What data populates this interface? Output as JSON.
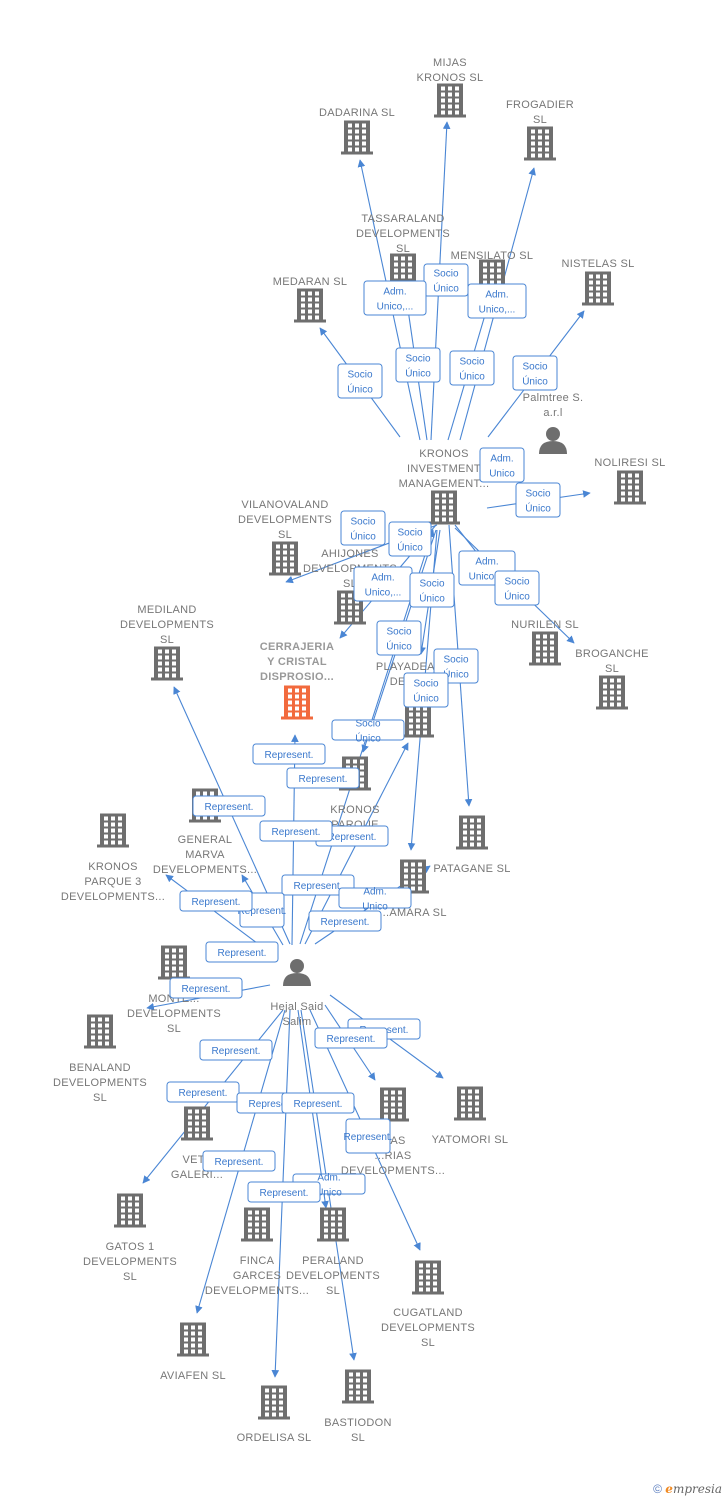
{
  "colors": {
    "edge": "#4a86d4",
    "building": "#6e6e6e",
    "focus_building": "#f26a3d",
    "person": "#6e6e6e"
  },
  "nodes": [
    {
      "id": "mijas",
      "type": "company",
      "label": [
        "MIJAS",
        "KRONOS  SL"
      ]
    },
    {
      "id": "dadarina",
      "type": "company",
      "label": [
        "DADARINA  SL"
      ]
    },
    {
      "id": "frogadier",
      "type": "company",
      "label": [
        "FROGADIER",
        "SL"
      ]
    },
    {
      "id": "tassaraland",
      "type": "company",
      "label": [
        "TASSARALAND",
        "DEVELOPMENTS",
        "SL"
      ]
    },
    {
      "id": "mensilato",
      "type": "company",
      "label": [
        "MENSILATO  SL"
      ]
    },
    {
      "id": "medaran",
      "type": "company",
      "label": [
        "MEDARAN  SL"
      ]
    },
    {
      "id": "nistelas",
      "type": "company",
      "label": [
        "NISTELAS  SL"
      ]
    },
    {
      "id": "palmtree",
      "type": "person",
      "label": [
        "Palmtree S.",
        "a.r.l"
      ]
    },
    {
      "id": "kronos_inv",
      "type": "company",
      "label": [
        "KRONOS",
        "INVESTMENT",
        "MANAGEMENT..."
      ]
    },
    {
      "id": "noliresi",
      "type": "company",
      "label": [
        "NOLIRESI  SL"
      ]
    },
    {
      "id": "vilanovaland",
      "type": "company",
      "label": [
        "VILANOVALAND",
        "DEVELOPMENTS",
        "SL"
      ]
    },
    {
      "id": "ahijones",
      "type": "company",
      "label": [
        "AHIJONES",
        "DEVELOPMENTS",
        "SL"
      ]
    },
    {
      "id": "nurilen",
      "type": "company",
      "label": [
        "NURILEN  SL"
      ]
    },
    {
      "id": "broganche",
      "type": "company",
      "label": [
        "BROGANCHE",
        "SL"
      ]
    },
    {
      "id": "mediland",
      "type": "company",
      "label": [
        "MEDILAND",
        "DEVELOPMENTS",
        "SL"
      ]
    },
    {
      "id": "cerrajeria",
      "type": "focus",
      "label": [
        "CERRAJERIA",
        "Y CRISTAL",
        "DISPROSIO..."
      ]
    },
    {
      "id": "playadearco",
      "type": "company",
      "label": [
        "PLAYADEARCO",
        "DEVELO..."
      ]
    },
    {
      "id": "kronos_parque",
      "type": "company",
      "label": [
        "KRONOS",
        "PARQUE",
        "...SL"
      ]
    },
    {
      "id": "general_marva",
      "type": "company",
      "label": [
        "GENERAL",
        "MARVA",
        "DEVELOPMENTS..."
      ]
    },
    {
      "id": "kronos_parque3",
      "type": "company",
      "label": [
        "KRONOS",
        "PARQUE 3",
        "DEVELOPMENTS..."
      ]
    },
    {
      "id": "patagane",
      "type": "company",
      "label": [
        "PATAGANE  SL"
      ]
    },
    {
      "id": "zamara",
      "type": "company",
      "label": [
        "...AMARA  SL"
      ]
    },
    {
      "id": "hejal",
      "type": "person",
      "label": [
        "Hejal Said",
        "Salim"
      ]
    },
    {
      "id": "montedev",
      "type": "company",
      "label": [
        "MONTE...",
        "DEVELOPMENTS",
        "SL"
      ]
    },
    {
      "id": "benaland",
      "type": "company",
      "label": [
        "BENALAND",
        "DEVELOPMENTS",
        "SL"
      ]
    },
    {
      "id": "veta",
      "type": "company",
      "label": [
        "VETA",
        "GALERI..."
      ]
    },
    {
      "id": "rias",
      "type": "company",
      "label": [
        "...AS",
        "...RIAS",
        "DEVELOPMENTS..."
      ]
    },
    {
      "id": "yatomori",
      "type": "company",
      "label": [
        "YATOMORI  SL"
      ]
    },
    {
      "id": "gatos1",
      "type": "company",
      "label": [
        "GATOS 1",
        "DEVELOPMENTS",
        "SL"
      ]
    },
    {
      "id": "finca",
      "type": "company",
      "label": [
        "FINCA",
        "GARCES",
        "DEVELOPMENTS..."
      ]
    },
    {
      "id": "peraland",
      "type": "company",
      "label": [
        "PERALAND",
        "DEVELOPMENTS",
        "SL"
      ]
    },
    {
      "id": "cugatland",
      "type": "company",
      "label": [
        "CUGATLAND",
        "DEVELOPMENTS",
        "SL"
      ]
    },
    {
      "id": "aviafen",
      "type": "company",
      "label": [
        "AVIAFEN  SL"
      ]
    },
    {
      "id": "ordelisa",
      "type": "company",
      "label": [
        "ORDELISA  SL"
      ]
    },
    {
      "id": "bastiodon",
      "type": "company",
      "label": [
        "BASTIODON",
        "SL"
      ]
    }
  ],
  "edges": [
    {
      "from": "kronos_inv",
      "to": "mijas"
    },
    {
      "from": "kronos_inv",
      "to": "dadarina"
    },
    {
      "from": "kronos_inv",
      "to": "frogadier"
    },
    {
      "from": "kronos_inv",
      "to": "tassaraland"
    },
    {
      "from": "kronos_inv",
      "to": "mensilato"
    },
    {
      "from": "kronos_inv",
      "to": "medaran"
    },
    {
      "from": "kronos_inv",
      "to": "nistelas"
    },
    {
      "from": "kronos_inv",
      "to": "noliresi"
    },
    {
      "from": "kronos_inv",
      "to": "vilanovaland"
    },
    {
      "from": "kronos_inv",
      "to": "ahijones"
    },
    {
      "from": "kronos_inv",
      "to": "nurilen"
    },
    {
      "from": "kronos_inv",
      "to": "broganche"
    },
    {
      "from": "kronos_inv",
      "to": "playadearco"
    },
    {
      "from": "kronos_inv",
      "to": "kronos_parque"
    },
    {
      "from": "kronos_inv",
      "to": "patagane"
    },
    {
      "from": "kronos_inv",
      "to": "zamara"
    },
    {
      "from": "hejal",
      "to": "cerrajeria"
    },
    {
      "from": "hejal",
      "to": "mediland"
    },
    {
      "from": "hejal",
      "to": "kronos_inv"
    },
    {
      "from": "hejal",
      "to": "playadearco"
    },
    {
      "from": "hejal",
      "to": "general_marva"
    },
    {
      "from": "hejal",
      "to": "kronos_parque3"
    },
    {
      "from": "hejal",
      "to": "zamara"
    },
    {
      "from": "hejal",
      "to": "montedev"
    },
    {
      "from": "hejal",
      "to": "rias"
    },
    {
      "from": "hejal",
      "to": "yatomori"
    },
    {
      "from": "hejal",
      "to": "gatos1"
    },
    {
      "from": "hejal",
      "to": "cugatland"
    },
    {
      "from": "hejal",
      "to": "aviafen"
    },
    {
      "from": "hejal",
      "to": "ordelisa"
    },
    {
      "from": "hejal",
      "to": "bastiodon"
    },
    {
      "from": "hejal",
      "to": "peraland"
    }
  ],
  "edge_labels": [
    {
      "lines": [
        "Socio",
        "Único"
      ]
    },
    {
      "lines": [
        "Adm.",
        "Unico,..."
      ]
    },
    {
      "lines": [
        "Adm.",
        "Unico,..."
      ]
    },
    {
      "lines": [
        "Socio",
        "Único"
      ]
    },
    {
      "lines": [
        "Socio",
        "Único"
      ]
    },
    {
      "lines": [
        "Socio",
        "Único"
      ]
    },
    {
      "lines": [
        "Socio",
        "Único"
      ]
    },
    {
      "lines": [
        "Adm.",
        "Unico"
      ]
    },
    {
      "lines": [
        "Socio",
        "Único"
      ]
    },
    {
      "lines": [
        "Socio",
        "Único"
      ]
    },
    {
      "lines": [
        "Socio",
        "Único"
      ]
    },
    {
      "lines": [
        "Adm.",
        "Unico,..."
      ]
    },
    {
      "lines": [
        "Adm.",
        "Unico,..."
      ]
    },
    {
      "lines": [
        "Socio",
        "Único"
      ]
    },
    {
      "lines": [
        "Socio",
        "Único"
      ]
    },
    {
      "lines": [
        "Socio",
        "Único"
      ]
    },
    {
      "lines": [
        "Socio",
        "Único"
      ]
    },
    {
      "lines": [
        "Socio",
        "Único"
      ]
    },
    {
      "lines": [
        "Socio",
        "Único"
      ]
    },
    {
      "lines": [
        "Represent."
      ]
    },
    {
      "lines": [
        "Represent."
      ]
    },
    {
      "lines": [
        "Represent."
      ]
    },
    {
      "lines": [
        "Represent."
      ]
    },
    {
      "lines": [
        "Represent."
      ]
    },
    {
      "lines": [
        "Represent."
      ]
    },
    {
      "lines": [
        "Represent."
      ]
    },
    {
      "lines": [
        "Represent."
      ]
    },
    {
      "lines": [
        "Adm.",
        "Unico"
      ]
    },
    {
      "lines": [
        "Represent."
      ]
    },
    {
      "lines": [
        "Represent."
      ]
    },
    {
      "lines": [
        "Represent."
      ]
    },
    {
      "lines": [
        "Represent."
      ]
    },
    {
      "lines": [
        "Represent."
      ]
    },
    {
      "lines": [
        "Represent."
      ]
    },
    {
      "lines": [
        "Represent."
      ]
    },
    {
      "lines": [
        "Represent."
      ]
    },
    {
      "lines": [
        "Represent."
      ]
    },
    {
      "lines": [
        "Represent."
      ]
    },
    {
      "lines": [
        "Represent."
      ]
    },
    {
      "lines": [
        "Adm.",
        "Unico"
      ]
    },
    {
      "lines": [
        "Represent."
      ]
    },
    {
      "lines": [
        "Represent."
      ]
    },
    {
      "lines": [
        "Represent."
      ]
    }
  ],
  "footer": {
    "copyright": "©",
    "brand_e": "e",
    "brand_rest": "mpresia"
  }
}
